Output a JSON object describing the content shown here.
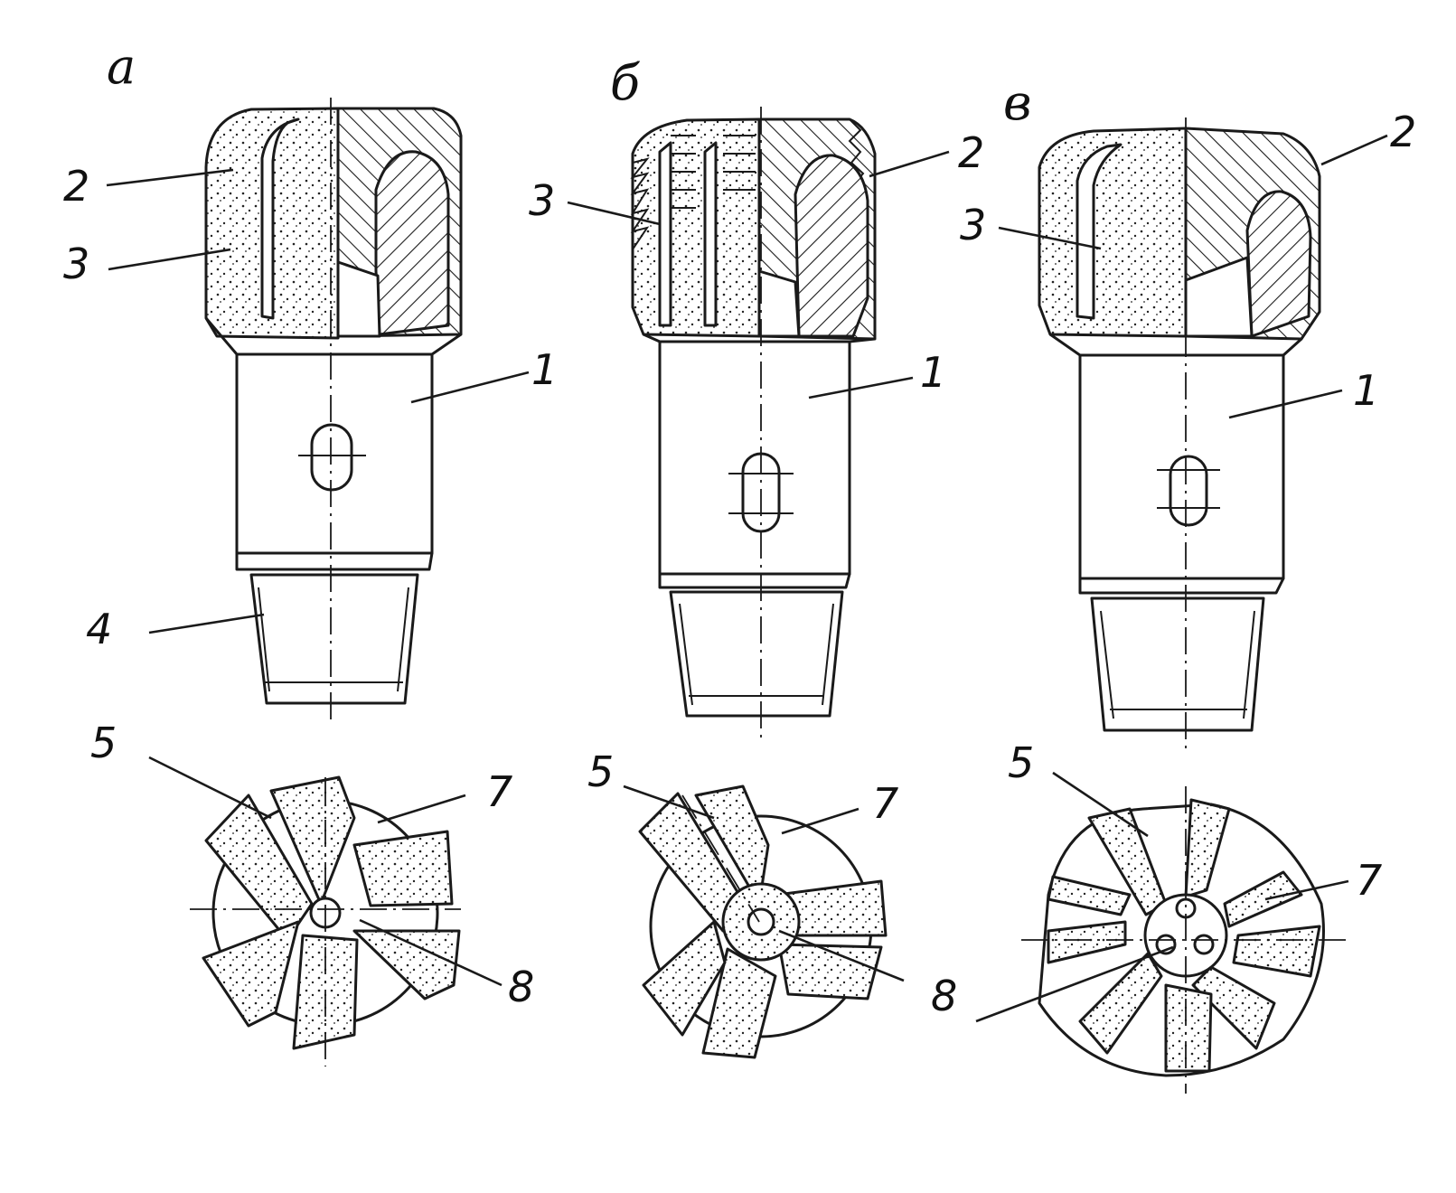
{
  "views": [
    {
      "id": "a",
      "letter": "а"
    },
    {
      "id": "b",
      "letter": "б"
    },
    {
      "id": "c",
      "letter": "в"
    }
  ],
  "callouts": {
    "a": {
      "c1": "1",
      "c2": "2",
      "c3": "3",
      "c4": "4",
      "c5": "5",
      "c7": "7",
      "c8": "8"
    },
    "b": {
      "c1": "1",
      "c2": "2",
      "c3": "3",
      "c5": "5",
      "c7": "7",
      "c8": "8"
    },
    "c": {
      "c1": "1",
      "c2": "2",
      "c3": "3",
      "c5": "5",
      "c7": "7",
      "c8": "8"
    }
  }
}
